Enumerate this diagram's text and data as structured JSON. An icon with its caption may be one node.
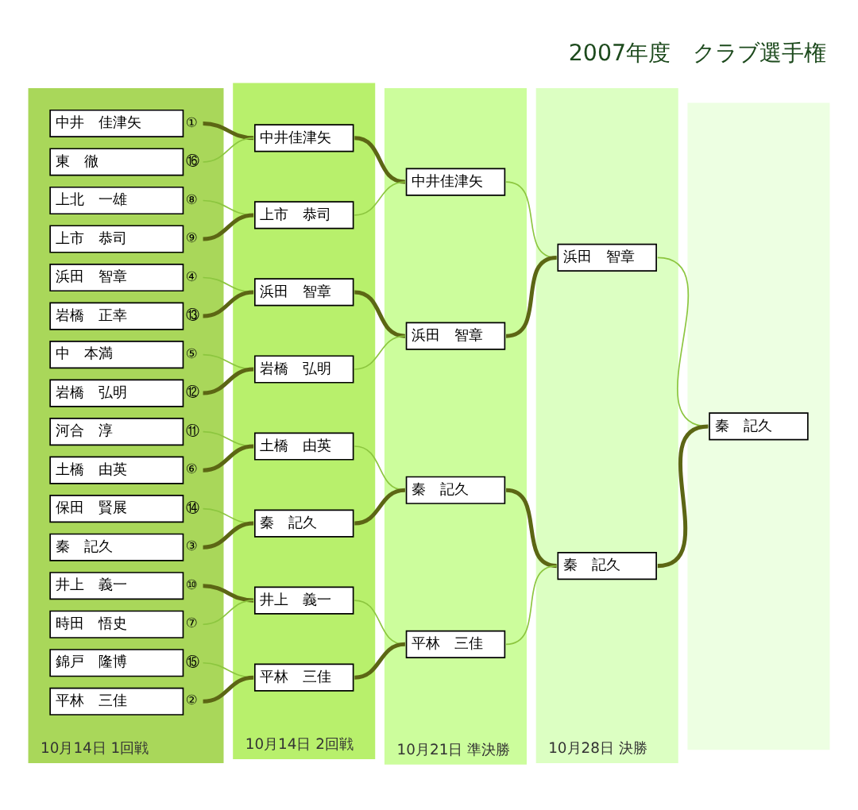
{
  "diagram": {
    "title": "2007年度　クラブ選手権",
    "nodes": [
      {
        "text": [
          "10月14日 1回戦"
        ]
      },
      {
        "text": [
          "中井　佳津矢"
        ],
        "in": 0,
        "beside": [
          "①"
        ]
      },
      {
        "text": [
          "東　徹"
        ],
        "in": 0,
        "beside": [
          "⑯"
        ]
      },
      {
        "text": [
          "上北　一雄"
        ],
        "in": 0,
        "beside": [
          "⑧"
        ]
      },
      {
        "text": [
          "上市　恭司"
        ],
        "in": 0,
        "beside": [
          "⑨"
        ]
      },
      {
        "text": [
          "浜田　智章"
        ],
        "in": 0,
        "beside": [
          "④"
        ]
      },
      {
        "text": [
          "岩橋　正幸"
        ],
        "in": 0,
        "beside": [
          "⑬"
        ]
      },
      {
        "text": [
          "中　本満"
        ],
        "in": 0,
        "beside": [
          "⑤"
        ]
      },
      {
        "text": [
          "岩橋　弘明"
        ],
        "in": 0,
        "beside": [
          "⑫"
        ]
      },
      {
        "text": [
          "河合　淳"
        ],
        "in": 0,
        "beside": [
          "⑪"
        ]
      },
      {
        "text": [
          "土橋　由英"
        ],
        "in": 0,
        "beside": [
          "⑥"
        ]
      },
      {
        "text": [
          "保田　賢展"
        ],
        "in": 0,
        "beside": [
          "⑭"
        ]
      },
      {
        "text": [
          "秦　記久"
        ],
        "in": 0,
        "beside": [
          "③"
        ]
      },
      {
        "text": [
          "井上　義一"
        ],
        "in": 0,
        "beside": [
          "⑩"
        ]
      },
      {
        "text": [
          "時田　悟史"
        ],
        "in": 0,
        "beside": [
          "⑦"
        ]
      },
      {
        "text": [
          "錦戸　隆博"
        ],
        "in": 0,
        "beside": [
          "⑮"
        ]
      },
      {
        "text": [
          "平林　三佳"
        ],
        "in": 0,
        "beside": [
          "②"
        ]
      },
      {
        "text": [
          "10月14日 2回戦"
        ]
      },
      {
        "text": [
          "中井佳津矢"
        ],
        "in": 17
      },
      {
        "text": [
          "上市　恭司"
        ],
        "in": 17
      },
      {
        "text": [
          "浜田　智章"
        ],
        "in": 17
      },
      {
        "text": [
          "岩橋　弘明"
        ],
        "in": 17
      },
      {
        "text": [
          "土橋　由英"
        ],
        "in": 17
      },
      {
        "text": [
          "秦　記久"
        ],
        "in": 17
      },
      {
        "text": [
          "井上　義一"
        ],
        "in": 17
      },
      {
        "text": [
          "平林　三佳"
        ],
        "in": 17
      },
      {
        "text": [
          "10月21日 準決勝"
        ]
      },
      {
        "text": [
          "中井佳津矢"
        ],
        "in": 26
      },
      {
        "text": [
          "浜田　智章"
        ],
        "in": 26
      },
      {
        "text": [
          "秦　記久"
        ],
        "in": 26
      },
      {
        "text": [
          "平林　三佳"
        ],
        "in": 26
      },
      {
        "text": [
          "10月28日 決勝"
        ]
      },
      {
        "text": [
          "浜田　智章"
        ],
        "in": 31
      },
      {
        "text": [
          "秦　記久"
        ],
        "in": 31
      },
      {
        "text": [],
        "shape": "band"
      },
      {
        "text": [
          "秦　記久"
        ],
        "in": 34
      }
    ],
    "edges": [
      {
        "from": 1,
        "to": 18,
        "arrow": "none",
        "style": "thick",
        "color": "#5c6614"
      },
      {
        "from": 2,
        "to": 18,
        "arrow": "none",
        "color": "#8cc63f"
      },
      {
        "from": 3,
        "to": 19,
        "arrow": "none",
        "color": "#8cc63f"
      },
      {
        "from": 4,
        "to": 19,
        "arrow": "none",
        "style": "thick",
        "color": "#5c6614"
      },
      {
        "from": 5,
        "to": 20,
        "arrow": "none",
        "color": "#8cc63f"
      },
      {
        "from": 6,
        "to": 20,
        "arrow": "none",
        "style": "thick",
        "color": "#5c6614"
      },
      {
        "from": 7,
        "to": 21,
        "arrow": "none",
        "color": "#8cc63f"
      },
      {
        "from": 8,
        "to": 21,
        "arrow": "none",
        "style": "thick",
        "color": "#5c6614"
      },
      {
        "from": 9,
        "to": 22,
        "arrow": "none",
        "color": "#8cc63f"
      },
      {
        "from": 10,
        "to": 22,
        "arrow": "none",
        "style": "thick",
        "color": "#5c6614"
      },
      {
        "from": 11,
        "to": 23,
        "arrow": "none",
        "color": "#8cc63f"
      },
      {
        "from": 12,
        "to": 23,
        "arrow": "none",
        "style": "thick",
        "color": "#5c6614"
      },
      {
        "from": 13,
        "to": 24,
        "arrow": "none",
        "style": "thick",
        "color": "#5c6614"
      },
      {
        "from": 14,
        "to": 24,
        "arrow": "none",
        "color": "#8cc63f"
      },
      {
        "from": 15,
        "to": 25,
        "arrow": "none",
        "color": "#8cc63f"
      },
      {
        "from": 16,
        "to": 25,
        "arrow": "none",
        "style": "thick",
        "color": "#5c6614"
      },
      {
        "from": 18,
        "to": 27,
        "arrow": "none",
        "style": "thick",
        "color": "#5c6614"
      },
      {
        "from": 19,
        "to": 27,
        "arrow": "none",
        "color": "#8cc63f"
      },
      {
        "from": 20,
        "to": 28,
        "arrow": "none",
        "style": "thick",
        "color": "#5c6614"
      },
      {
        "from": 21,
        "to": 28,
        "arrow": "none",
        "color": "#8cc63f"
      },
      {
        "from": 22,
        "to": 29,
        "arrow": "none",
        "color": "#8cc63f"
      },
      {
        "from": 23,
        "to": 29,
        "arrow": "none",
        "style": "thick",
        "color": "#5c6614"
      },
      {
        "from": 24,
        "to": 30,
        "arrow": "none",
        "color": "#8cc63f"
      },
      {
        "from": 25,
        "to": 30,
        "arrow": "none",
        "style": "thick",
        "color": "#5c6614"
      },
      {
        "from": 27,
        "to": 32,
        "arrow": "none",
        "color": "#8cc63f"
      },
      {
        "from": 28,
        "to": 32,
        "arrow": "none",
        "style": "thick",
        "color": "#5c6614"
      },
      {
        "from": 29,
        "to": 33,
        "arrow": "none",
        "style": "thick",
        "color": "#5c6614"
      },
      {
        "from": 30,
        "to": 33,
        "arrow": "none",
        "color": "#8cc63f"
      },
      {
        "from": 32,
        "to": 35,
        "arrow": "none",
        "color": "#8cc63f"
      },
      {
        "from": 33,
        "to": 35,
        "arrow": "none",
        "style": "thick",
        "color": "#5c6614"
      }
    ]
  }
}
